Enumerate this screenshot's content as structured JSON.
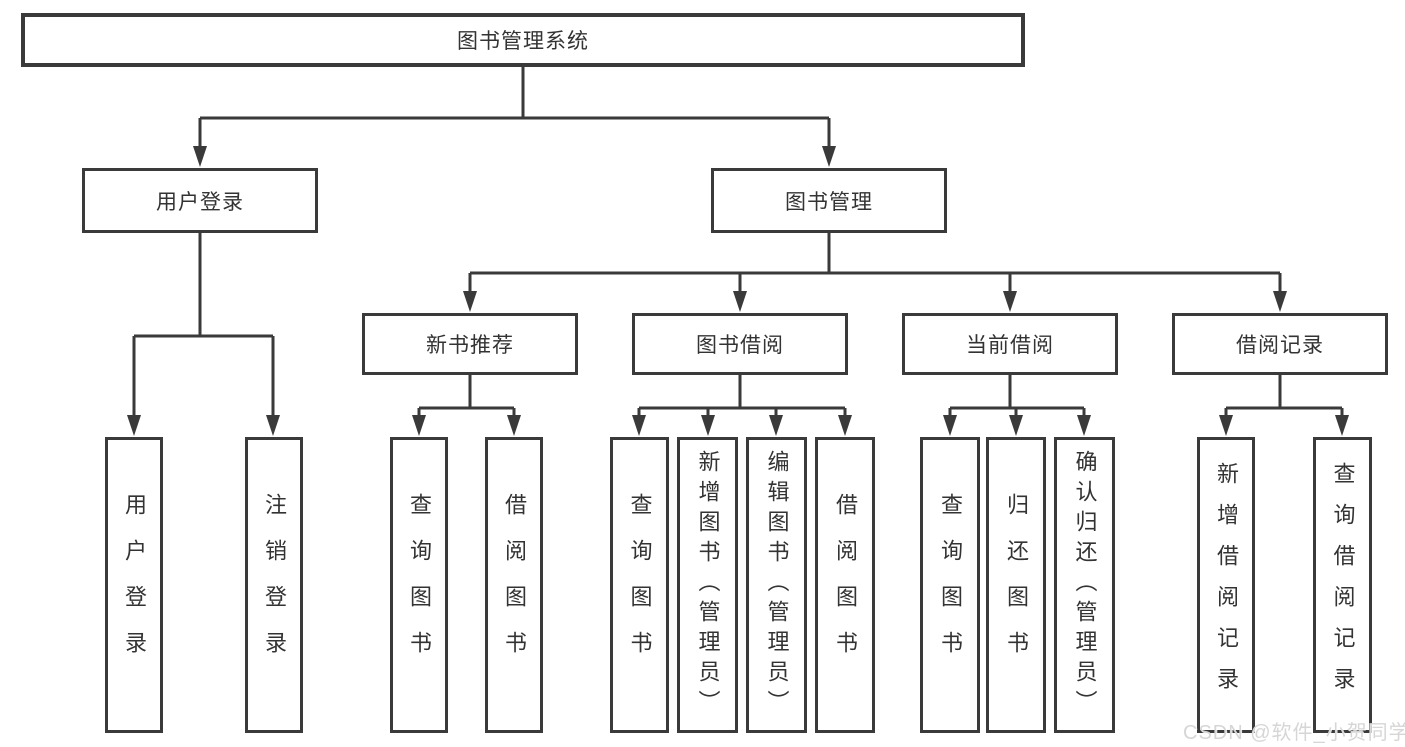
{
  "colors": {
    "line": "#3a3a3a",
    "text": "#333333",
    "box_fill": "#ffffff",
    "watermark": "#d6d6d6",
    "background": "#ffffff"
  },
  "watermark": {
    "text": "CSDN @软件_小贺同学"
  },
  "tree": {
    "label": "图书管理系统",
    "children": [
      {
        "label": "用户登录",
        "children": [
          {
            "label": "用户登录"
          },
          {
            "label": "注销登录"
          }
        ]
      },
      {
        "label": "图书管理",
        "children": [
          {
            "label": "新书推荐",
            "children": [
              {
                "label": "查询图书"
              },
              {
                "label": "借阅图书"
              }
            ]
          },
          {
            "label": "图书借阅",
            "children": [
              {
                "label": "查询图书"
              },
              {
                "label": "新增图书（管理员）"
              },
              {
                "label": "编辑图书（管理员）"
              },
              {
                "label": "借阅图书"
              }
            ]
          },
          {
            "label": "当前借阅",
            "children": [
              {
                "label": "查询图书"
              },
              {
                "label": "归还图书"
              },
              {
                "label": "确认归还（管理员）"
              }
            ]
          },
          {
            "label": "借阅记录",
            "children": [
              {
                "label": "新增借阅记录"
              },
              {
                "label": "查询借阅记录"
              }
            ]
          }
        ]
      }
    ]
  }
}
